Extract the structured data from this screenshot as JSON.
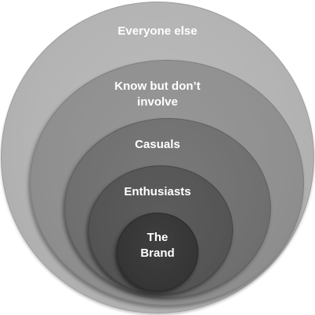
{
  "diagram": {
    "rings": [
      {
        "label": "Everyone else",
        "fill": "#b3b3b3"
      },
      {
        "label": "Know but don’t\ninvolve",
        "fill": "#8f8f8f"
      },
      {
        "label": "Casuals",
        "fill": "#707070"
      },
      {
        "label": "Enthusiasts",
        "fill": "#555555"
      },
      {
        "label": "The\nBrand",
        "fill": "#363636"
      }
    ]
  }
}
